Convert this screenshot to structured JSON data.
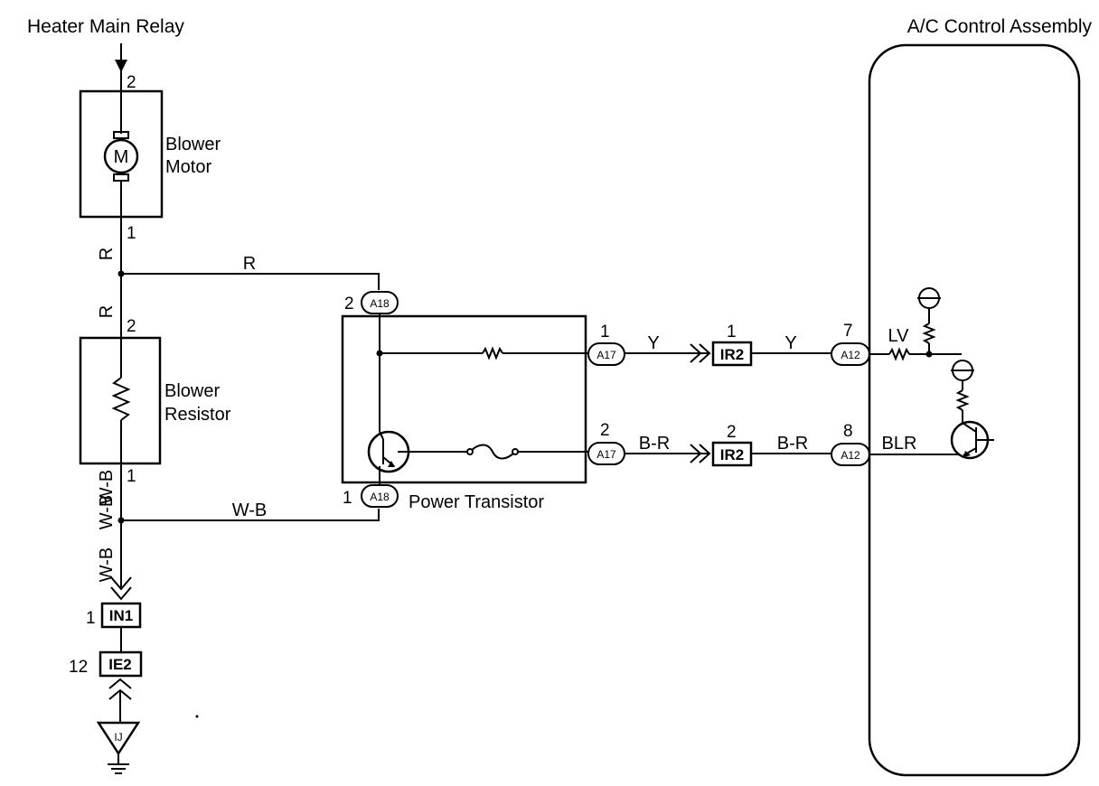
{
  "labels": {
    "heater_main_relay": "Heater Main Relay",
    "ac_control_assembly": "A/C Control Assembly",
    "blower_motor_line1": "Blower",
    "blower_motor_line2": "Motor",
    "blower_resistor_line1": "Blower",
    "blower_resistor_line2": "Resistor",
    "power_transistor": "Power Transistor",
    "motor_symbol": "M",
    "ground_label": "IJ"
  },
  "pins": {
    "motor_top": "2",
    "motor_bottom": "1",
    "resistor_top": "2",
    "resistor_bottom": "1",
    "a18_top": "2",
    "a18_bottom": "1",
    "a17_top": "1",
    "a17_bottom": "2",
    "ir2_top": "1",
    "ir2_bottom": "2",
    "a12_top": "7",
    "a12_bottom": "8",
    "in1": "1",
    "ie2": "12"
  },
  "connectors": {
    "a18": "A18",
    "a17": "A17",
    "a12": "A12",
    "ir2": "IR2",
    "in1": "IN1",
    "ie2": "IE2"
  },
  "wires": {
    "r_vertical_1": "R",
    "r_horizontal": "R",
    "r_vertical_2": "R",
    "wb_vertical_1": "W-B",
    "wb_vertical_2": "W-B",
    "wb_vertical_3": "W-B",
    "wb_horizontal": "W-B",
    "y_left": "Y",
    "y_right": "Y",
    "br_left": "B-R",
    "br_right": "B-R",
    "lv": "LV",
    "blr": "BLR"
  }
}
